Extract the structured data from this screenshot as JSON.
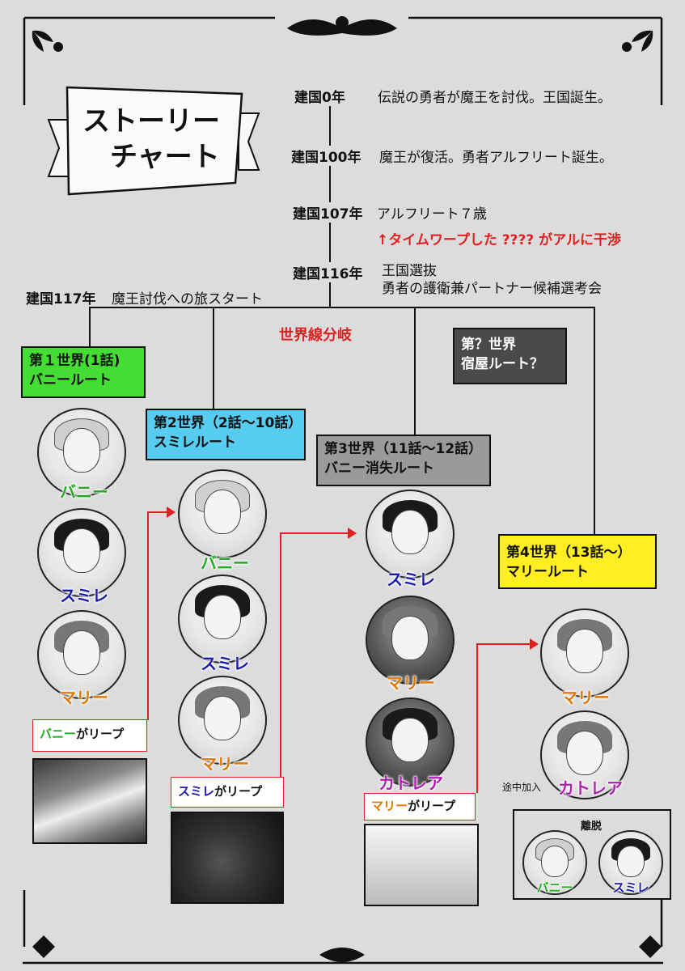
{
  "title": {
    "line1": "ストーリー",
    "line2": "チャート"
  },
  "timeline": [
    {
      "year": "建国0年",
      "event": "伝説の勇者が魔王を討伐。王国誕生。"
    },
    {
      "year": "建国100年",
      "event": "魔王が復活。勇者アルフリート誕生。"
    },
    {
      "year": "建国107年",
      "event": "アルフリート７歳",
      "note": "↑タイムワープした ???? がアルに干渉"
    },
    {
      "year": "建国116年",
      "event": "王国選抜",
      "event2": "勇者の護衛兼パートナー候補選考会"
    },
    {
      "year": "建国117年",
      "event": "魔王討伐への旅スタート"
    }
  ],
  "branch_label": "世界線分岐",
  "worlds": [
    {
      "title": "第１世界(1話)",
      "route": "バニールート",
      "color": "#44dd33"
    },
    {
      "title": "第2世界（2話〜10話）",
      "route": "スミレルート",
      "color": "#55ccf0"
    },
    {
      "title": "第3世界（11話〜12話）",
      "route": "バニー消失ルート",
      "color": "#9a9a9a"
    },
    {
      "title": "第？世界",
      "route": "宿屋ルート？",
      "color": "#4a4a4a"
    },
    {
      "title": "第4世界（13話〜）",
      "route": "マリールート",
      "color": "#ffee22"
    }
  ],
  "characters": {
    "bunny": "バニー",
    "sumire": "スミレ",
    "marie": "マリー",
    "cattleya": "カトレア"
  },
  "loops": [
    {
      "who": "バニー",
      "suffix": "がリープ",
      "color": "#22aa22"
    },
    {
      "who": "スミレ",
      "suffix": "がリープ",
      "color": "#1a1aa8"
    },
    {
      "who": "マリー",
      "suffix": "がリープ",
      "color": "#e07800"
    }
  ],
  "joined_mid": "途中加入",
  "departed": "離脱"
}
